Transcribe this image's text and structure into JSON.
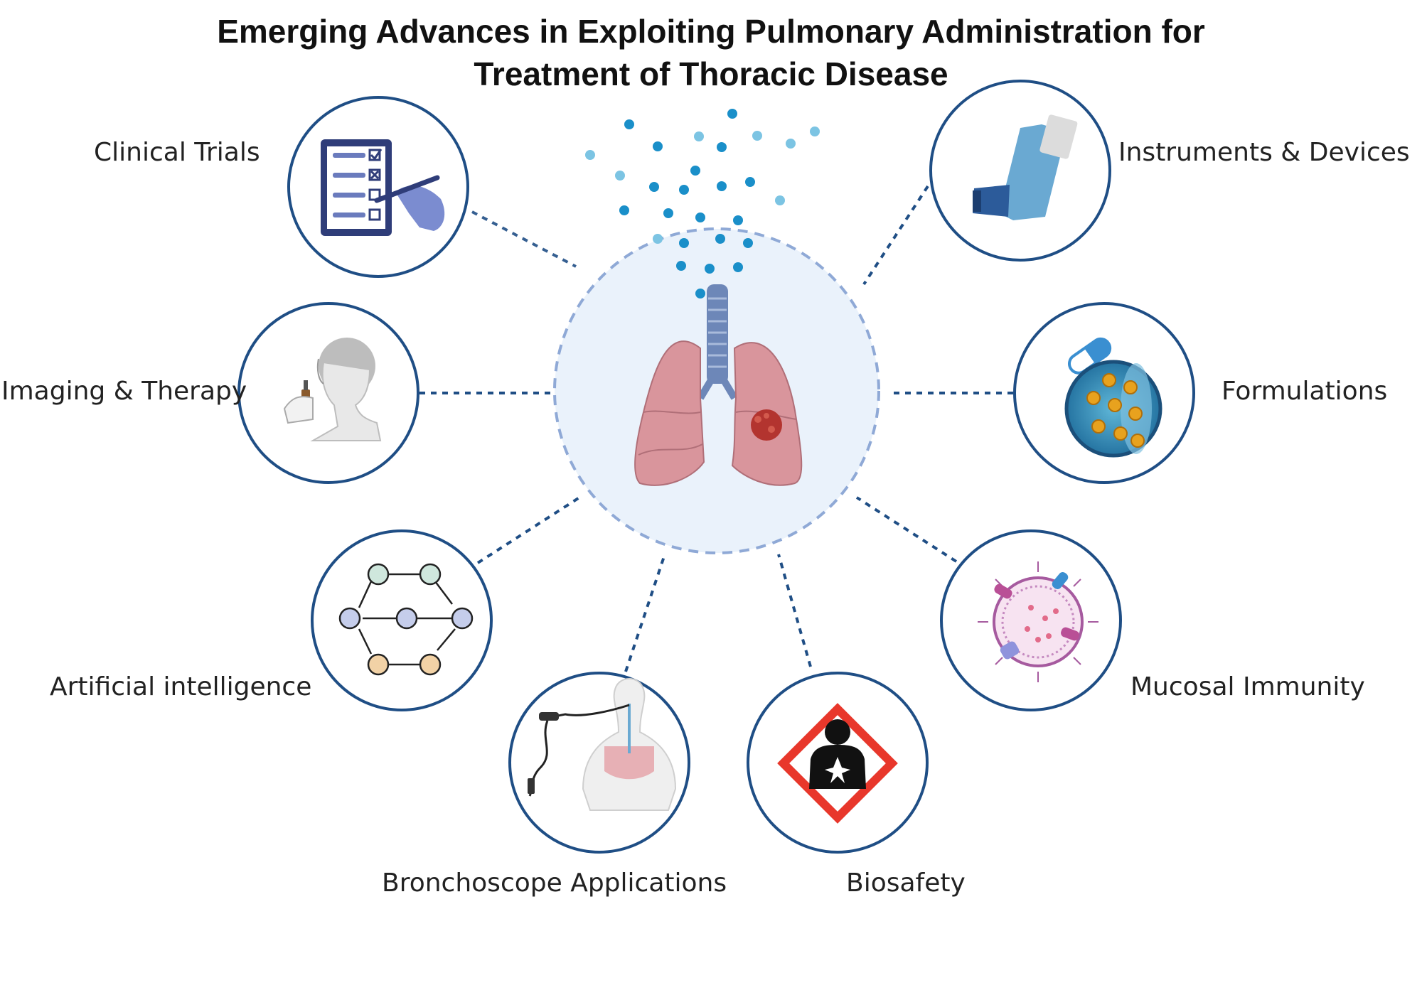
{
  "title": {
    "line1": "Emerging Advances in Exploiting Pulmonary Administration for",
    "line2": "Treatment of Thoracic Disease"
  },
  "center": {
    "name": "lungs with tumor and inhaled particles"
  },
  "nodes": [
    {
      "key": "clinical-trials",
      "label": "Clinical Trials",
      "icon": "checklist-hand-icon"
    },
    {
      "key": "instruments-devices",
      "label": "Instruments & Devices",
      "icon": "inhaler-icon"
    },
    {
      "key": "imaging-therapy",
      "label": "Imaging & Therapy",
      "icon": "nasal-spray-person-icon"
    },
    {
      "key": "formulations",
      "label": "Formulations",
      "icon": "capsule-nanoparticle-icon"
    },
    {
      "key": "artificial-intelligence",
      "label": "Artificial intelligence",
      "icon": "network-graph-icon"
    },
    {
      "key": "mucosal-immunity",
      "label": "Mucosal Immunity",
      "icon": "virus-particle-icon"
    },
    {
      "key": "bronchoscope-applications",
      "label": "Bronchoscope Applications",
      "icon": "bronchoscope-torso-icon"
    },
    {
      "key": "biosafety",
      "label": "Biosafety",
      "icon": "health-hazard-icon"
    }
  ],
  "colors": {
    "circle_stroke": "#1f4e85",
    "connector": "#1f4e85",
    "center_fill": "#eaf2fb",
    "center_stroke": "#8fa9d6",
    "lung": "#d9959c",
    "particle": "#1a8fc9",
    "hazard_red": "#e8372b"
  }
}
